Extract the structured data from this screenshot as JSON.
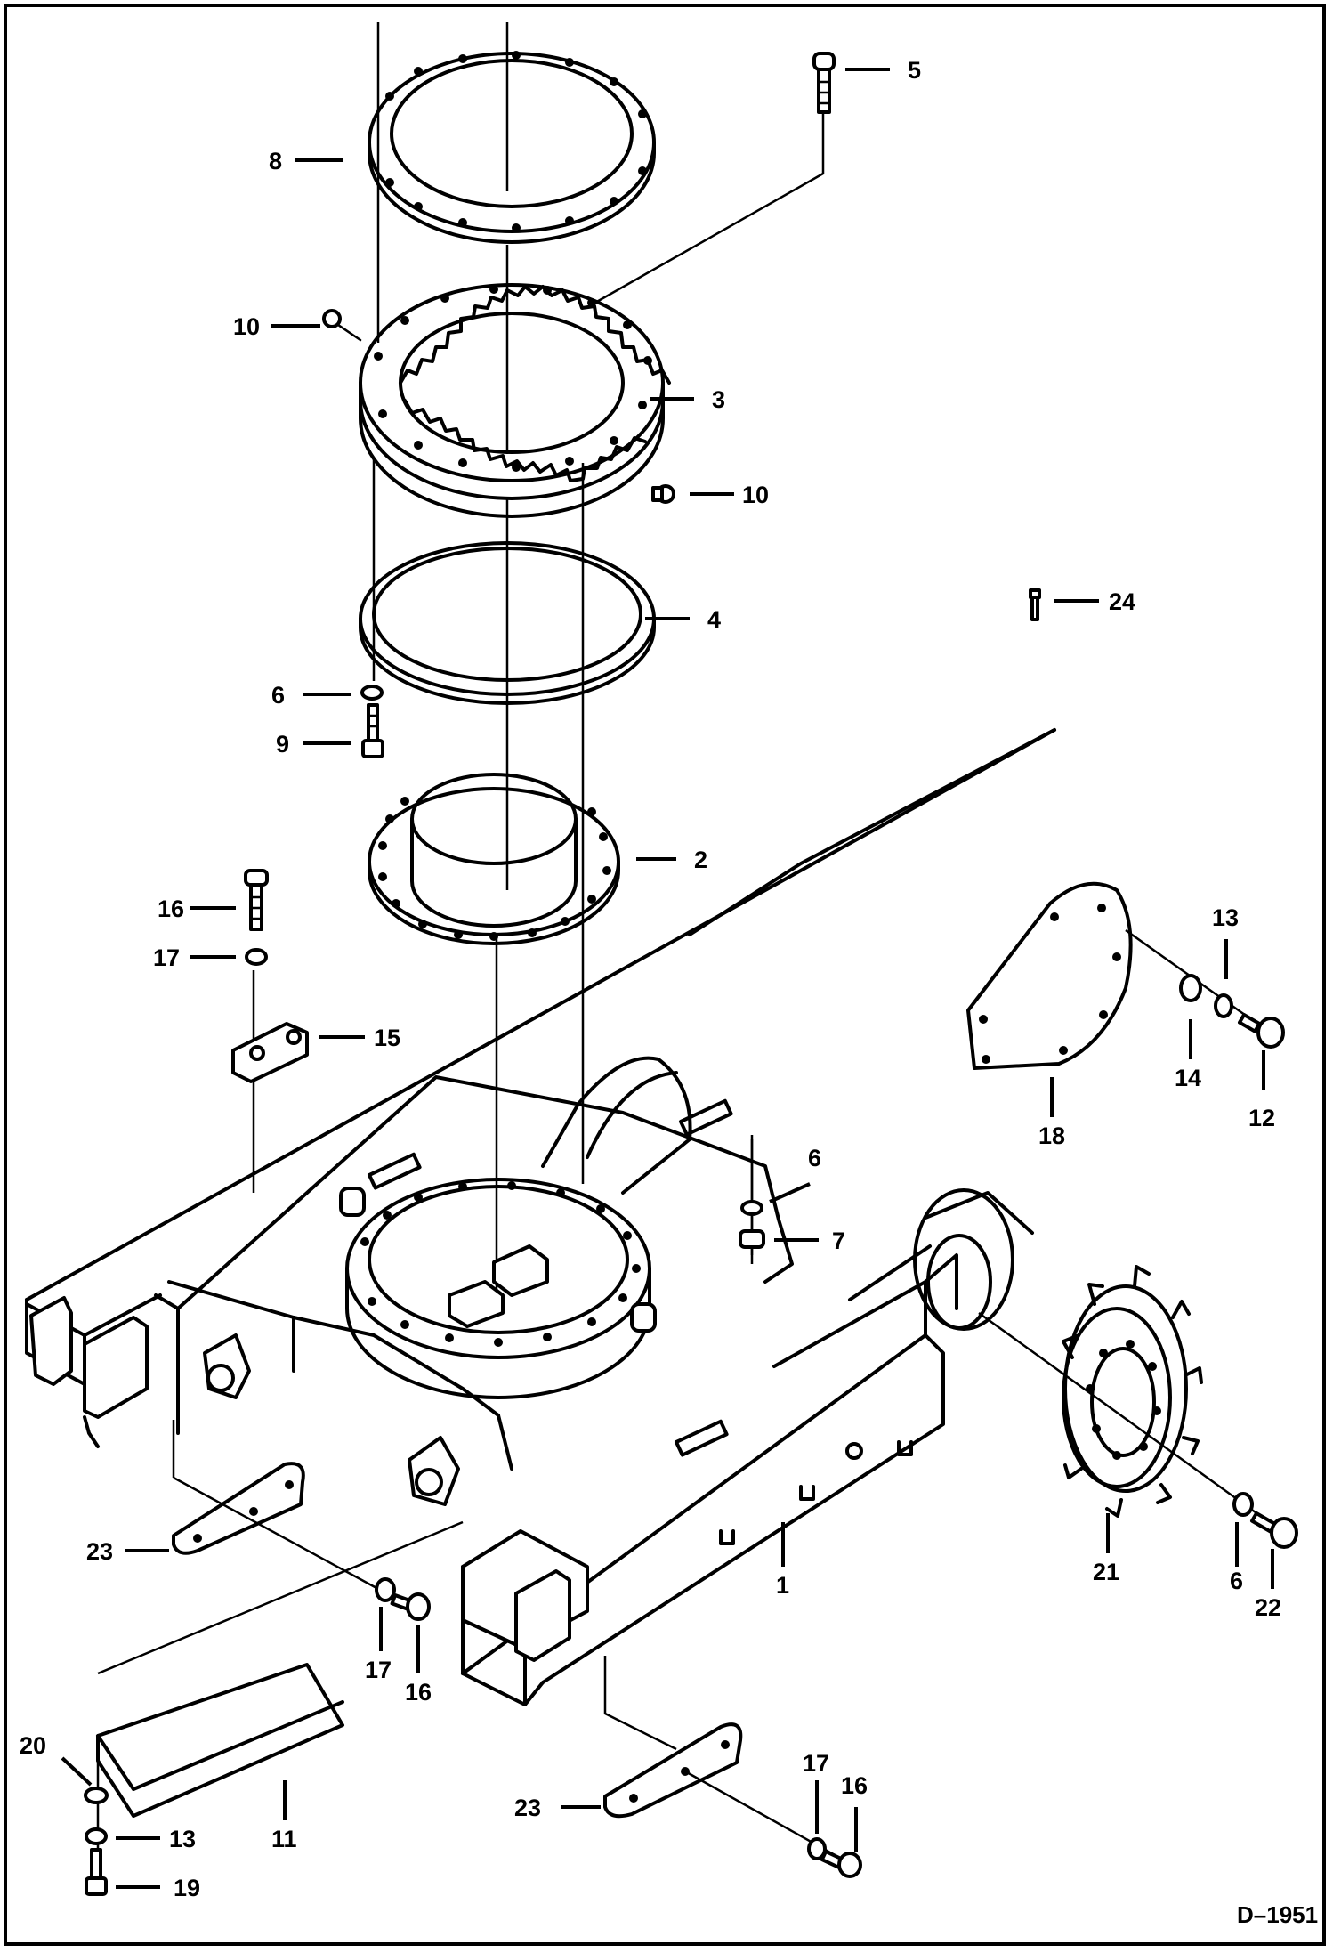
{
  "drawing_ref": "D–1951",
  "callouts": {
    "c1": "1",
    "c2": "2",
    "c3": "3",
    "c4": "4",
    "c5": "5",
    "c6a": "6",
    "c6b": "6",
    "c6c": "6",
    "c7": "7",
    "c8": "8",
    "c9": "9",
    "c10a": "10",
    "c10b": "10",
    "c11": "11",
    "c12": "12",
    "c13a": "13",
    "c13b": "13",
    "c14": "14",
    "c15": "15",
    "c16a": "16",
    "c16b": "16",
    "c16c": "16",
    "c17a": "17",
    "c17b": "17",
    "c17c": "17",
    "c18": "18",
    "c19": "19",
    "c20": "20",
    "c21": "21",
    "c22": "22",
    "c23a": "23",
    "c23b": "23",
    "c24": "24"
  }
}
